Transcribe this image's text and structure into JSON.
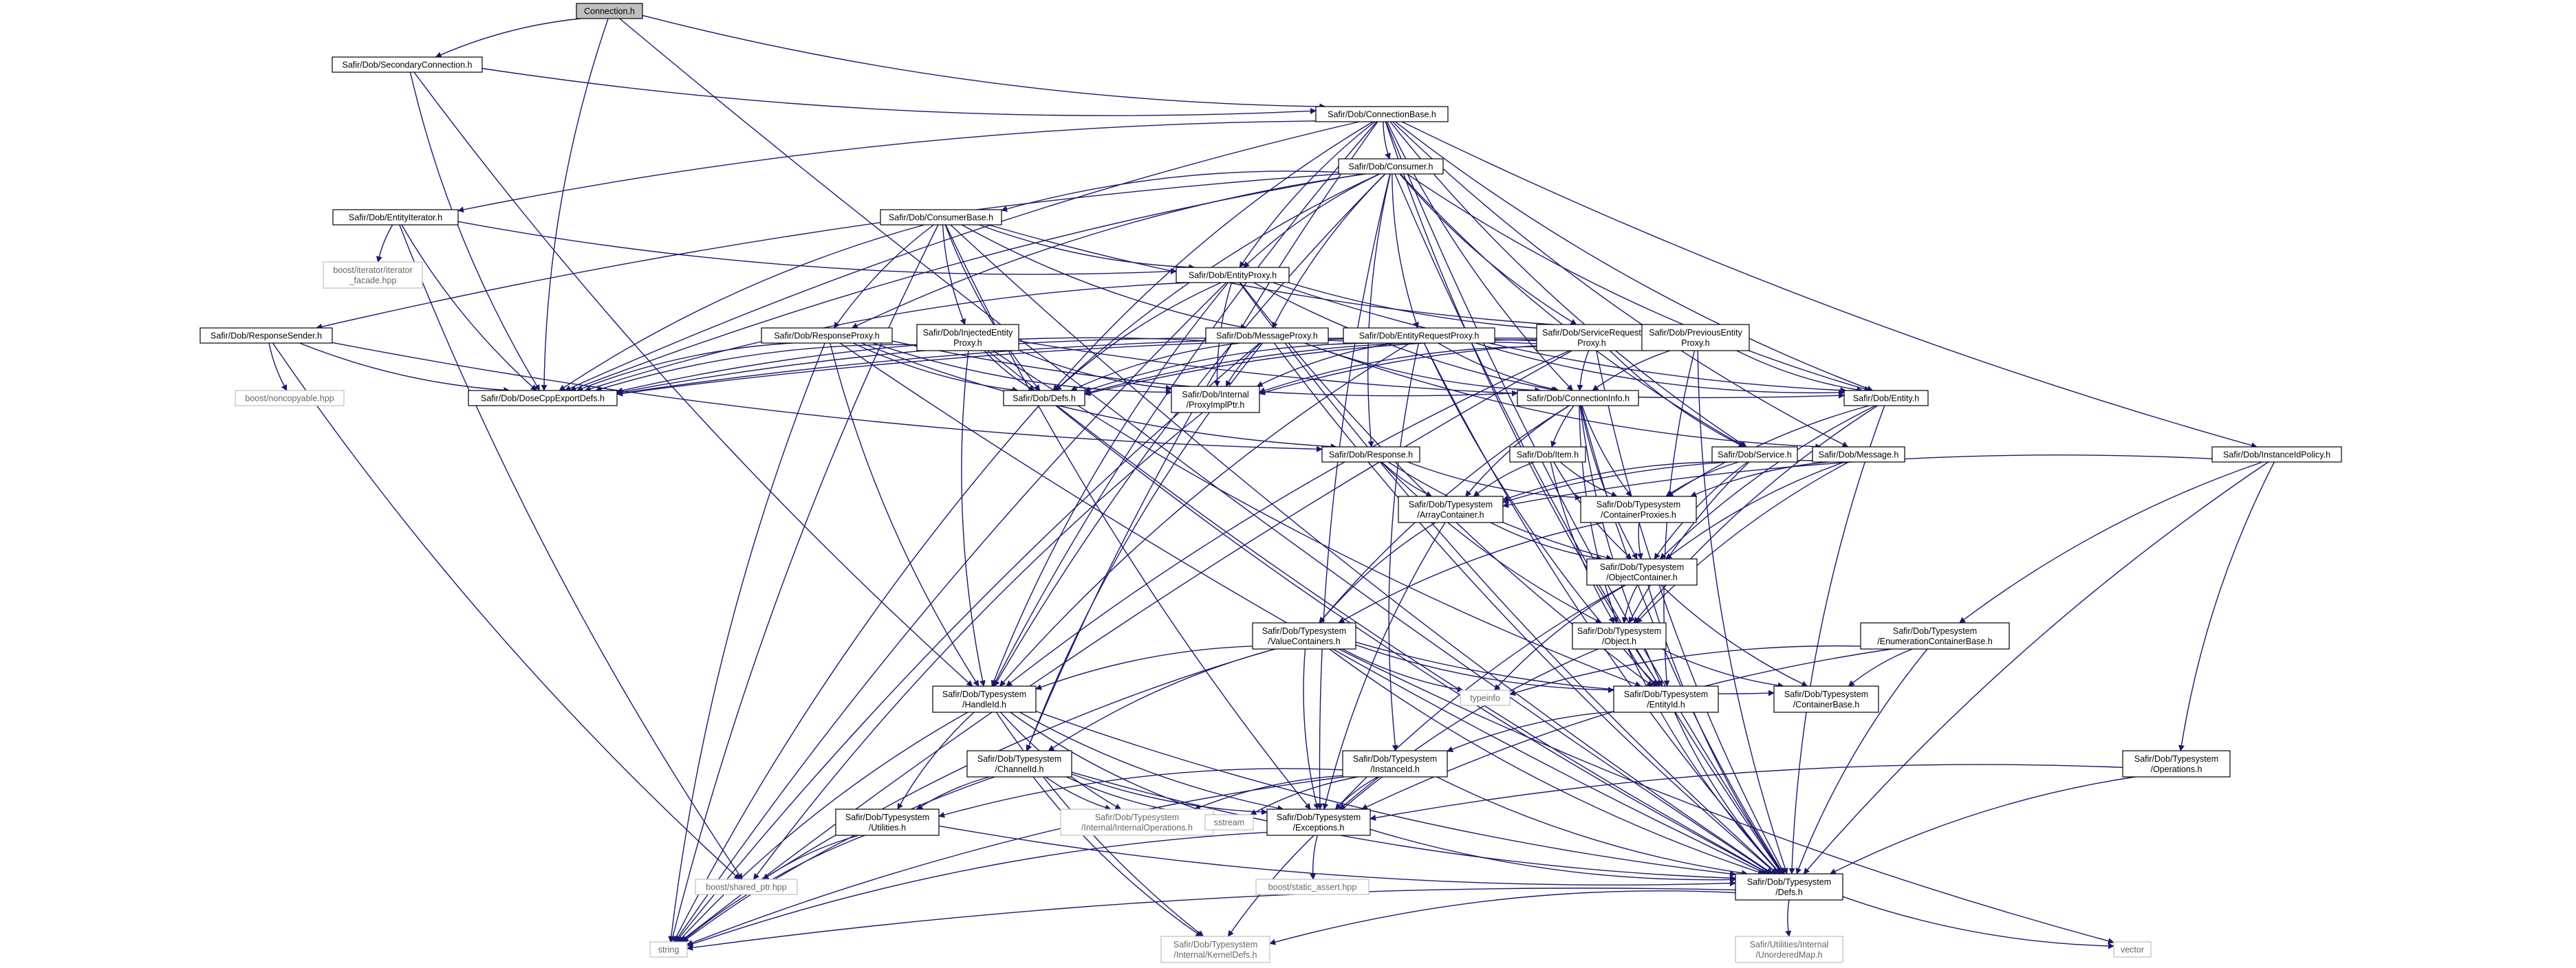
{
  "graph": {
    "edge_color": "#191970",
    "root_fill": "#bfbfbf",
    "external_border": "#bfbfbf",
    "nodes": {
      "connection": {
        "lines": [
          "Connection.h"
        ]
      },
      "secondary": {
        "lines": [
          "Safir/Dob/SecondaryConnection.h"
        ]
      },
      "connbase": {
        "lines": [
          "Safir/Dob/ConnectionBase.h"
        ]
      },
      "consumer": {
        "lines": [
          "Safir/Dob/Consumer.h"
        ]
      },
      "entityiterator": {
        "lines": [
          "Safir/Dob/EntityIterator.h"
        ]
      },
      "iterfacade": {
        "lines": [
          "boost/iterator/iterator",
          "_facade.hpp"
        ]
      },
      "consumerbase": {
        "lines": [
          "Safir/Dob/ConsumerBase.h"
        ]
      },
      "entityproxy": {
        "lines": [
          "Safir/Dob/EntityProxy.h"
        ]
      },
      "responsesender": {
        "lines": [
          "Safir/Dob/ResponseSender.h"
        ]
      },
      "noncopyable": {
        "lines": [
          "boost/noncopyable.hpp"
        ]
      },
      "responseproxy": {
        "lines": [
          "Safir/Dob/ResponseProxy.h"
        ]
      },
      "injected": {
        "lines": [
          "Safir/Dob/InjectedEntity",
          "Proxy.h"
        ]
      },
      "messageproxy": {
        "lines": [
          "Safir/Dob/MessageProxy.h"
        ]
      },
      "entityrequest": {
        "lines": [
          "Safir/Dob/EntityRequestProxy.h"
        ]
      },
      "servicerequest": {
        "lines": [
          "Safir/Dob/ServiceRequest",
          "Proxy.h"
        ]
      },
      "previous": {
        "lines": [
          "Safir/Dob/PreviousEntity",
          "Proxy.h"
        ]
      },
      "dosecpp": {
        "lines": [
          "Safir/Dob/DoseCppExportDefs.h"
        ]
      },
      "dobdefs": {
        "lines": [
          "Safir/Dob/Defs.h"
        ]
      },
      "proxyimpl": {
        "lines": [
          "Safir/Dob/Internal",
          "/ProxyImplPtr.h"
        ]
      },
      "conninfo": {
        "lines": [
          "Safir/Dob/ConnectionInfo.h"
        ]
      },
      "entity": {
        "lines": [
          "Safir/Dob/Entity.h"
        ]
      },
      "response": {
        "lines": [
          "Safir/Dob/Response.h"
        ]
      },
      "item": {
        "lines": [
          "Safir/Dob/Item.h"
        ]
      },
      "service": {
        "lines": [
          "Safir/Dob/Service.h"
        ]
      },
      "message": {
        "lines": [
          "Safir/Dob/Message.h"
        ]
      },
      "instpolicy": {
        "lines": [
          "Safir/Dob/InstanceIdPolicy.h"
        ]
      },
      "arraycontainer": {
        "lines": [
          "Safir/Dob/Typesystem",
          "/ArrayContainer.h"
        ]
      },
      "containerproxies": {
        "lines": [
          "Safir/Dob/Typesystem",
          "/ContainerProxies.h"
        ]
      },
      "objectcontainer": {
        "lines": [
          "Safir/Dob/Typesystem",
          "/ObjectContainer.h"
        ]
      },
      "valuecontainers": {
        "lines": [
          "Safir/Dob/Typesystem",
          "/ValueContainers.h"
        ]
      },
      "object": {
        "lines": [
          "Safir/Dob/Typesystem",
          "/Object.h"
        ]
      },
      "enumbase": {
        "lines": [
          "Safir/Dob/Typesystem",
          "/EnumerationContainerBase.h"
        ]
      },
      "handleid": {
        "lines": [
          "Safir/Dob/Typesystem",
          "/HandleId.h"
        ]
      },
      "typeinfo": {
        "lines": [
          "typeinfo"
        ]
      },
      "entityid": {
        "lines": [
          "Safir/Dob/Typesystem",
          "/EntityId.h"
        ]
      },
      "containerbase": {
        "lines": [
          "Safir/Dob/Typesystem",
          "/ContainerBase.h"
        ]
      },
      "channelid": {
        "lines": [
          "Safir/Dob/Typesystem",
          "/ChannelId.h"
        ]
      },
      "instanceid": {
        "lines": [
          "Safir/Dob/Typesystem",
          "/InstanceId.h"
        ]
      },
      "operations": {
        "lines": [
          "Safir/Dob/Typesystem",
          "/Operations.h"
        ]
      },
      "utilities": {
        "lines": [
          "Safir/Dob/Typesystem",
          "/Utilities.h"
        ]
      },
      "internalops": {
        "lines": [
          "Safir/Dob/Typesystem",
          "/Internal/InternalOperations.h"
        ]
      },
      "sstream": {
        "lines": [
          "sstream"
        ]
      },
      "exceptions": {
        "lines": [
          "Safir/Dob/Typesystem",
          "/Exceptions.h"
        ]
      },
      "sharedptr": {
        "lines": [
          "boost/shared_ptr.hpp"
        ]
      },
      "staticassert": {
        "lines": [
          "boost/static_assert.hpp"
        ]
      },
      "tsdefs": {
        "lines": [
          "Safir/Dob/Typesystem",
          "/Defs.h"
        ]
      },
      "string": {
        "lines": [
          "string"
        ]
      },
      "kerneldefs": {
        "lines": [
          "Safir/Dob/Typesystem",
          "/Internal/KernelDefs.h"
        ]
      },
      "unorderedmap": {
        "lines": [
          "Safir/Utilities/Internal",
          "/UnorderedMap.h"
        ]
      },
      "vector": {
        "lines": [
          "vector"
        ]
      }
    }
  }
}
